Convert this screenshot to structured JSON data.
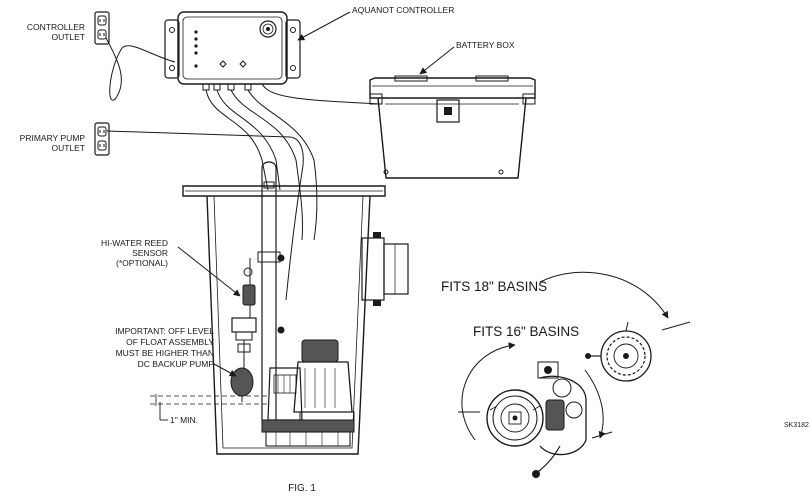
{
  "labels": {
    "controller_outlet": [
      "CONTROLLER",
      "OUTLET"
    ],
    "primary_pump_outlet": [
      "PRIMARY PUMP",
      "OUTLET"
    ],
    "aquanot_controller": "AQUANOT CONTROLLER",
    "battery_box": "BATTERY BOX",
    "hi_water_sensor": [
      "HI-WATER REED",
      "SENSOR",
      "(*OPTIONAL)"
    ],
    "important_note": [
      "IMPORTANT: OFF LEVEL",
      "OF FLOAT ASSEMBLY",
      "MUST BE HIGHER THAN",
      "DC BACKUP PUMP"
    ],
    "one_inch_min": "1\" MIN.",
    "fits_18": "FITS 18\" BASINS",
    "fits_16": "FITS 16\" BASINS",
    "figure_label": "FIG. 1",
    "sheet_code": "SK3182"
  },
  "colors": {
    "line": "#1a1a1a",
    "background": "#ffffff",
    "shade": "#555555"
  }
}
